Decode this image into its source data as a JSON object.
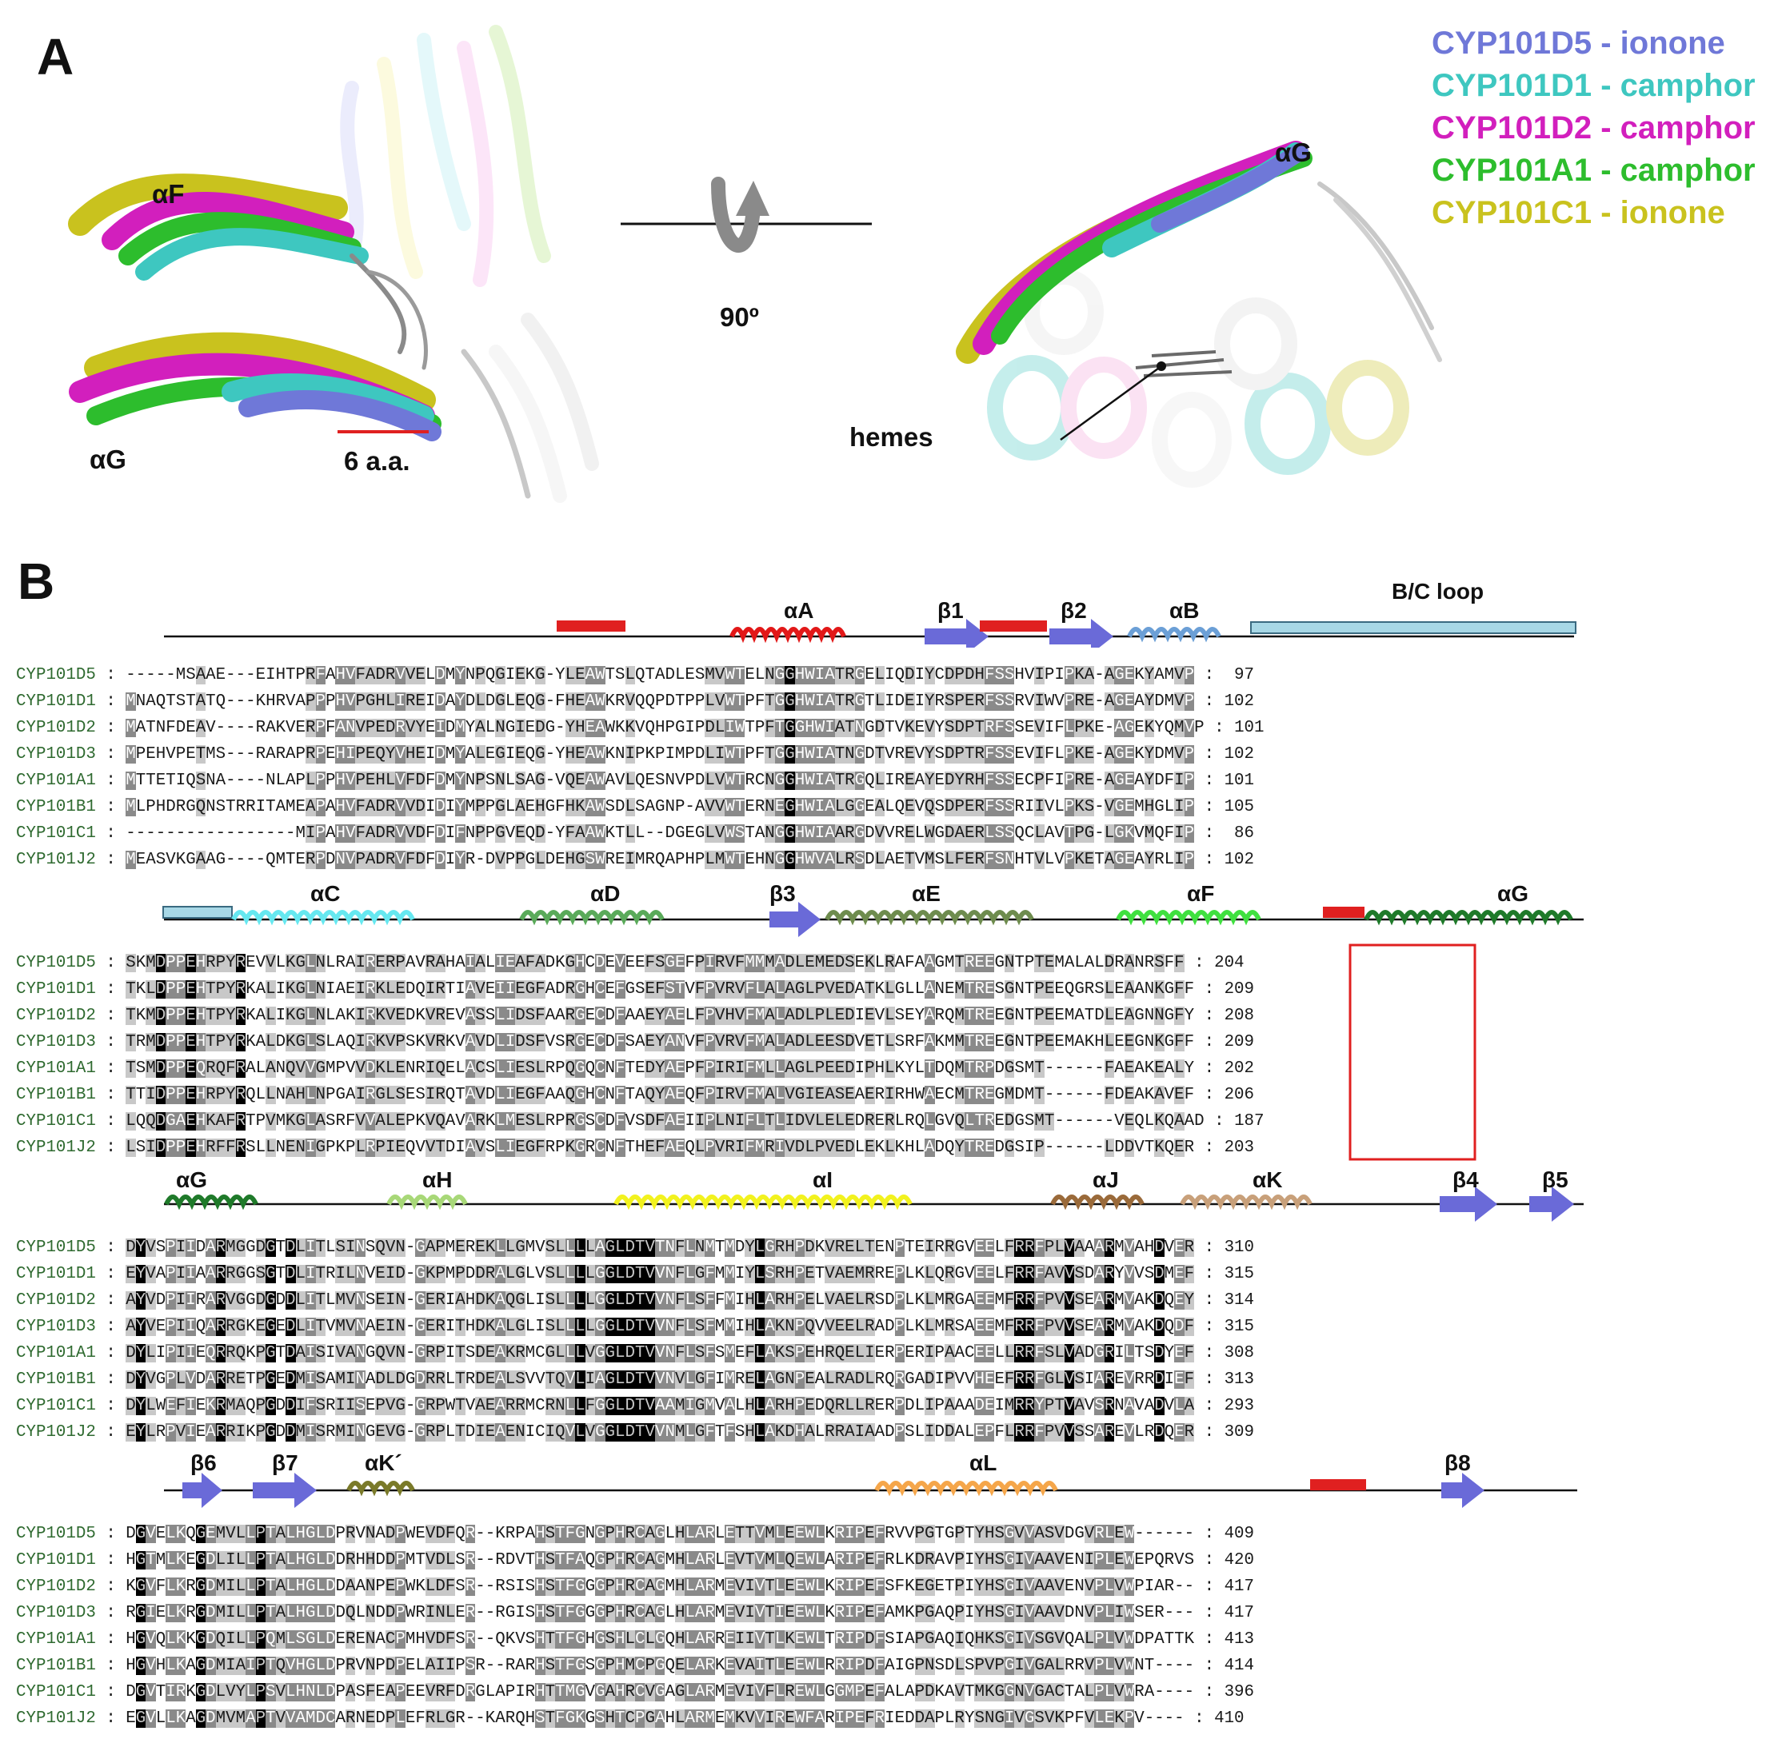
{
  "panel_a": {
    "letter": "A",
    "legend": [
      {
        "label": "CYP101D5",
        "ligand": "ionone",
        "color": "#6f78d8"
      },
      {
        "label": "CYP101D1",
        "ligand": "camphor",
        "color": "#3ec7c0"
      },
      {
        "label": "CYP101D2",
        "ligand": "camphor",
        "color": "#d21fbd"
      },
      {
        "label": "CYP101A1",
        "ligand": "camphor",
        "color": "#2dbd2d"
      },
      {
        "label": "CYP101C1",
        "ligand": "ionone",
        "color": "#c9c21e"
      }
    ],
    "left_view": {
      "helix_f": "αF",
      "helix_g": "αG",
      "scale_label": "6 a.a."
    },
    "rotation_label": "90º",
    "right_view": {
      "helix_g": "αG",
      "heme_label": "hemes"
    }
  },
  "panel_b": {
    "letter": "B",
    "blocks": [
      {
        "topology": [
          {
            "type": "loop",
            "label": "",
            "color": "#d81e1e"
          },
          {
            "type": "helix",
            "label": "αA",
            "color": "#e21818"
          },
          {
            "type": "strand",
            "label": "β1",
            "color": "#6a6ad8"
          },
          {
            "type": "loop",
            "label": "",
            "color": "#d81e1e"
          },
          {
            "type": "strand",
            "label": "β2",
            "color": "#6a6ad8"
          },
          {
            "type": "helix",
            "label": "αB",
            "color": "#6b9fd6"
          },
          {
            "type": "bar",
            "label": "B/C loop",
            "color": "#a8d8e6"
          }
        ],
        "rows": [
          {
            "name": "CYP101D5",
            "seq": "-----MSAAE---EIHTPRFAHVFADRVVELDMYNPQGIEKG-YLEAWTSLQTADLESMVWTELNGGHWIATRGELIQDIYCDPDHFSSHVIPIPKA-AGEKYAMVP",
            "end": "97"
          },
          {
            "name": "CYP101D1",
            "seq": "MNAQTSTATQ---KHRVAPPPHVPGHLIREIDAYDLDGLEQG-FHEAWKRVQQPDTPPLVWTPFTGGHWIATRGTLIDEIYRSPERFSSRVIWVPRE-AGEAYDMVP",
            "end": "102"
          },
          {
            "name": "CYP101D2",
            "seq": "MATNFDEAV----RAKVERPFANVPEDRVYEIDMYALNGIEDG-YHEAWKKVQHPGIPDLIWTPFTGGHWIATNGDTVKEVYSDPTRFSSEVIFLPKE-AGEKYQMVP",
            "end": "101"
          },
          {
            "name": "CYP101D3",
            "seq": "MPEHVPETMS---RARAPRPEHIPEQYVHEIDMYALEGIEQG-YHEAWKNIPKPIMPDLIWTPFTGGHWIATNGDTVREVYSDPTRFSSEVIFLPKE-AGEKYDMVP",
            "end": "102"
          },
          {
            "name": "CYP101A1",
            "seq": "MTTETIQSNA----NLAPLPPHVPEHLVFDFDMYNPSNLSAG-VQEAWAVLQESNVPDLVWTRCNGGHWIATRGQLIREAYEDYRHFSSECPFIPRE-AGEAYDFIP",
            "end": "101"
          },
          {
            "name": "CYP101B1",
            "seq": "MLPHDRGQNSTRRITAMEAPAHVFADRVVDIDIYMPPGLAEHGFHKAWSDLSAGNP-AVVWTERNEGHWIALGGEALQEVQSDPERFSSRIIVLPKS-VGEMHGLIP",
            "end": "105"
          },
          {
            "name": "CYP101C1",
            "seq": "-----------------MIPAHVFADRVVDFDIFNPPGVEQD-YFAAWKTLL--DGEGLVWSTANGGHWIAARGDVVRELWGDAERLSSQCLAVTPG-LGKVMQFIP",
            "end": "86"
          },
          {
            "name": "CYP101J2",
            "seq": "MEASVKGAAG----QMTERPDNVPADRVFDFDIYR-DVPPGLDEHGSWREIMRQAPHPLMWTEHNGGHWVALRSDLAETVMSLFERFSNHTVLVPKETAGEAYRLIP",
            "end": "102"
          }
        ]
      },
      {
        "topology": [
          {
            "type": "bar",
            "label": "",
            "color": "#a8d8e6"
          },
          {
            "type": "helix",
            "label": "αC",
            "color": "#66e8f0"
          },
          {
            "type": "helix",
            "label": "αD",
            "color": "#5aaa5a"
          },
          {
            "type": "strand",
            "label": "β3",
            "color": "#6a6ad8"
          },
          {
            "type": "helix",
            "label": "αE",
            "color": "#6e8c4e"
          },
          {
            "type": "helix",
            "label": "αF",
            "color": "#40e040"
          },
          {
            "type": "loop",
            "label": "",
            "color": "#d81e1e"
          },
          {
            "type": "helix",
            "label": "αG",
            "color": "#1f7a2a"
          }
        ],
        "rows": [
          {
            "name": "CYP101D5",
            "seq": "SKMDPPEHRPYREVVLKGLNLRAIRERPAVRAHAIALIEAFADKGHCDEVEEFSGEFPIRVFMMMADLEMEDSEKLRAFAAGMTREEGNTPTEMALALDRANRSFF",
            "end": "204"
          },
          {
            "name": "CYP101D1",
            "seq": "TKLDPPEHTPYRKALIKGLNIAEIRKLEDQIRTIAVEIIEGFADRGHCEFGSEFSTVFPVRVFLALAGLPVEDATKLGLLANEMTRESGNTPEEQGRSLEAANKGFF",
            "end": "209"
          },
          {
            "name": "CYP101D2",
            "seq": "TKMDPPEHTPYRKALIKGLNLAKIRKVEDKVREVASSLIDSFAARGECDFAAEYAELFPVHVFMALADLPLEDIEVLSEYARQMTREEGNTPEEMATDLEAGNNGFY",
            "end": "208"
          },
          {
            "name": "CYP101D3",
            "seq": "TRMDPPEHTPYRKALDKGLSLAQIRKVPSKVRKVAVDLIDSFVSRGECDFSAEYANVFPVRVFMALADLEESDVETLSRFAKMMTREEGNTPEEMAKHLEEGNKGFF",
            "end": "209"
          },
          {
            "name": "CYP101A1",
            "seq": "TSMDPPEQRQFRALANQVVGMPVVDKLENRIQELACSLIESLRPQGQCNFTEDYAEPFPIRIFMLLAGLPEEDIPHLKYLTDQMTRPDGSMT------FAEAKEALY",
            "end": "202"
          },
          {
            "name": "CYP101B1",
            "seq": "TTIDPPEHRPYRQLLNAHLNPGAIRGLSESIRQTAVDLIEGFAAQGHCNFTAQYAEQFPIRVFMALVGIEASEAERIRHWAECMTREGMDMT------FDEAKAVEF",
            "end": "206"
          },
          {
            "name": "CYP101C1",
            "seq": "LQQDGAEHKAFRTPVMKGLASRFVVALEPKVQAVARKLMESLRPRGSCDFVSDFAEIIPLNIFLTLIDVLELEDRERLRQLGVQLTREDGSMT------VEQLKQAAD",
            "end": "187"
          },
          {
            "name": "CYP101J2",
            "seq": "LSIDPPEHRFFRSLLNENIGPKPLRPIEQVVTDIAVSLIEGFRPKGRCNFTHEFAEQLPVRIFMRIVDLPVEDLEKLKHLADQYTREDGSIP------LDDVTKQER",
            "end": "203"
          }
        ]
      },
      {
        "topology": [
          {
            "type": "helix",
            "label": "αG",
            "color": "#1f7a2a"
          },
          {
            "type": "helix",
            "label": "αH",
            "color": "#a8d878"
          },
          {
            "type": "helix",
            "label": "αI",
            "color": "#f2f21e"
          },
          {
            "type": "helix",
            "label": "αJ",
            "color": "#9a6a3a"
          },
          {
            "type": "helix",
            "label": "αK",
            "color": "#c8a07a"
          },
          {
            "type": "strand",
            "label": "β4",
            "color": "#6a6ad8"
          },
          {
            "type": "strand",
            "label": "β5",
            "color": "#6a6ad8"
          }
        ],
        "rows": [
          {
            "name": "CYP101D5",
            "seq": "DYVSPIIDARMGGDGTDLITLSINSQVN-GAPMEREKLLGMVSLLLLAGLDTVTNFLNMTMDYLGRHPDKVRELTENPTEIRRGVEELFRRFPLVAAARMVAHDVER",
            "end": "310"
          },
          {
            "name": "CYP101D1",
            "seq": "EYVAPIIAARRGGSGTDLITRILNVEID-GKPMPDDRALGLVSLLLLGGLDTVVNFLGFMMIYLSRHPETVAEMRREPLKLQRGVEELFRRFAVVSDARYVVSDMEF",
            "end": "315"
          },
          {
            "name": "CYP101D2",
            "seq": "AYVDPIIRARVGGDGDDLITLMVNSEIN-GERIAHDKAQGLISLLLLGGLDTVVNFLSFFMIHLARHPELVAELRSDPLKLMRGAEEMFRRFPVVSEARMVAKDQEY",
            "end": "314"
          },
          {
            "name": "CYP101D3",
            "seq": "AYVEPIIQARRGKEGEDLITVMVNAEIN-GERITHDKALGLISLLLLGGLDTVVNFLSFMMIHLAKNPQVVEELRADPLKLMRSAEEMFRRFPVVSEARMVAKDQDF",
            "end": "315"
          },
          {
            "name": "CYP101A1",
            "seq": "DYLIPIIEQRRQKPGTDAISIVANGQVN-GRPITSDEAKRMCGLLLVGGLDTVVNFLSFSMEFLAKSPEHRQELIERPERIPAACEELLRRFSLVADGRILTSDYEF",
            "end": "308"
          },
          {
            "name": "CYP101B1",
            "seq": "DYVGPLVDARRETPGEDMISAMINADLDGDRRLTRDEALSVVTQVLIAGLDTVVNVLGFIMRELAGNPEALRADLRQRGADIPVVHEEFRRFGLVSIAREVRRDIEF",
            "end": "313"
          },
          {
            "name": "CYP101C1",
            "seq": "DYLWEFIEKRMAQPGDDIFSRIISEPVG-GRPWTVAEARRMCRNLLFGGLDTVAAMIGMVALHLARHPEDQRLLRERPDLIPAAADEIMRRYPTVAVSRNAVADVLA",
            "end": "293"
          },
          {
            "name": "CYP101J2",
            "seq": "EYLRPVIEARRIKPGDDMISRMINGEVG-GRPLTDIEAENICIQVLVGGLDTVVNMLGFTFSHLAKDHALRRAIAADPSLIDDALEPFLRRFPVVSSAREVLRDQER",
            "end": "309"
          }
        ]
      },
      {
        "topology": [
          {
            "type": "strand",
            "label": "β6",
            "color": "#6a6ad8"
          },
          {
            "type": "strand",
            "label": "β7",
            "color": "#6a6ad8"
          },
          {
            "type": "helix",
            "label": "αK´",
            "color": "#7a7a2a"
          },
          {
            "type": "helix",
            "label": "αL",
            "color": "#f5a64a"
          },
          {
            "type": "loop",
            "label": "",
            "color": "#d81e1e"
          },
          {
            "type": "strand",
            "label": "β8",
            "color": "#6a6ad8"
          }
        ],
        "rows": [
          {
            "name": "CYP101D5",
            "seq": "DGVELKQGEMVLLPTALHGLDPRVNADPWEVDFQR--KRPAHSTFGNGPHRCAGLHLARLETTVMLEEWLKRIPEFRVVPGTGPTYHSGVVASVDGVRLEW------",
            "end": "409"
          },
          {
            "name": "CYP101D1",
            "seq": "HGTMLKEGDLILLPTALHGLDDRHHDDPMTVDLSR--RDVTHSTFAQGPHRCAGMHLARLEVTVMLQEWLARIPEFRLKDRAVPIYHSGIVAAVENIPLEWEPQRVS",
            "end": "420"
          },
          {
            "name": "CYP101D2",
            "seq": "KGVFLKRGDMILLPTALHGLDDAANPEPWKLDFSR--RSISHSTFGGGPHRCAGMHLARMEVIVTLEEWLKRIPEFSFKEGETPIYHSGIVAAVENVPLVWPIAR--",
            "end": "417"
          },
          {
            "name": "CYP101D3",
            "seq": "RGIELKRGDMILLPTALHGLDDQLNDDPWRINLER--RGISHSTFGGGPHRCAGLHLARMEVIVTIEEWLKRIPEFAMKPGAQPIYHSGIVAAVDNVPLIWSER---",
            "end": "417"
          },
          {
            "name": "CYP101A1",
            "seq": "HGVQLKKGDQILLPQMLSGLDERENACPMHVDFSR--QKVSHTTFGHGSHLCLGQHLARREIIVTLKEWLTRIPDFSIAPGAQIQHKSGIVSGVQALPLVWDPATTK",
            "end": "413"
          },
          {
            "name": "CYP101B1",
            "seq": "HGVHLKAGDMIAIPTQVHGLDPRVNPDPELAIIPSR--RARHSTFGSGPHMCPGQELARKEVAITLEEWLRRIPDFAIGPNSDLSPVPGIVGALRRVPLVWNT----",
            "end": "414"
          },
          {
            "name": "CYP101C1",
            "seq": "DGVTIRKGDLVYLPSVLHNLDPASFEAPEEVRFDRGLAPIRHTTMGVGAHRCVGAGLARMEVIVFLREWLGGMPEFALAPDKAVTMKGGNVGACTALPLVWRA----",
            "end": "396"
          },
          {
            "name": "CYP101J2",
            "seq": "EGVLLKAGDMVMAPTVVAMDCARNEDPLEFRLGR--KARQHSTFGKGSHTCPGAHLARMEMKVVIREWFARIPEFRIEDDAPLRYSNGIVGSVKPFVLEKPV----",
            "end": "410"
          }
        ]
      }
    ]
  }
}
